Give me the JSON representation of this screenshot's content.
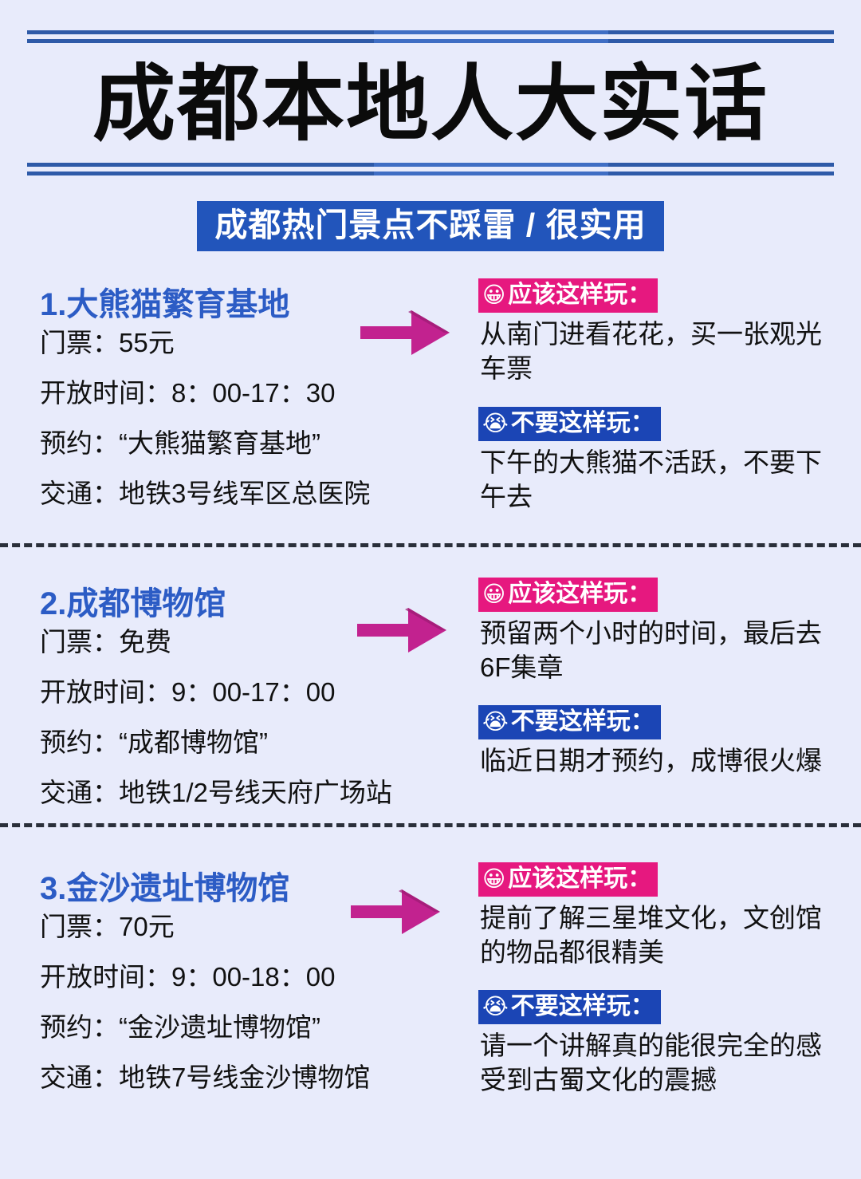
{
  "header": {
    "title": "成都本地人大实话",
    "subtitle": "成都热门景点不踩雷 / 很实用"
  },
  "labels": {
    "good_badge": "应该这样玩：",
    "bad_badge": "不要这样玩：",
    "good_emoji": "😀",
    "bad_emoji": "😭",
    "arrow_icon": "arrow-right-icon"
  },
  "colors": {
    "background": "#e8ebfb",
    "heading_blue": "#2c5cc5",
    "banner_blue": "#2255bb",
    "badge_pink": "#e6187f",
    "badge_blue": "#1b45b5",
    "arrow_magenta": "#c2228f",
    "rule_blue": "#2e5aa8",
    "divider": "#2a2f3a"
  },
  "sections": [
    {
      "title": "1.大熊猫繁育基地",
      "lines": [
        "门票：55元",
        "开放时间：8：00-17：30",
        "预约：“大熊猫繁育基地”",
        "交通：地铁3号线军区总医院"
      ],
      "good_text": "从南门进看花花，买一张观光车票",
      "bad_text": "下午的大熊猫不活跃，不要下午去"
    },
    {
      "title": "2.成都博物馆",
      "lines": [
        "门票：免费",
        "开放时间：9：00-17：00",
        "预约：“成都博物馆”",
        "交通：地铁1/2号线天府广场站"
      ],
      "good_text": "预留两个小时的时间，最后去6F集章",
      "bad_text": "临近日期才预约，成博很火爆"
    },
    {
      "title": "3.金沙遗址博物馆",
      "lines": [
        "门票：70元",
        "开放时间：9：00-18：00",
        "预约：“金沙遗址博物馆”",
        "交通：地铁7号线金沙博物馆"
      ],
      "good_text": "提前了解三星堆文化，文创馆的物品都很精美",
      "bad_text": "请一个讲解真的能很完全的感受到古蜀文化的震撼"
    }
  ]
}
